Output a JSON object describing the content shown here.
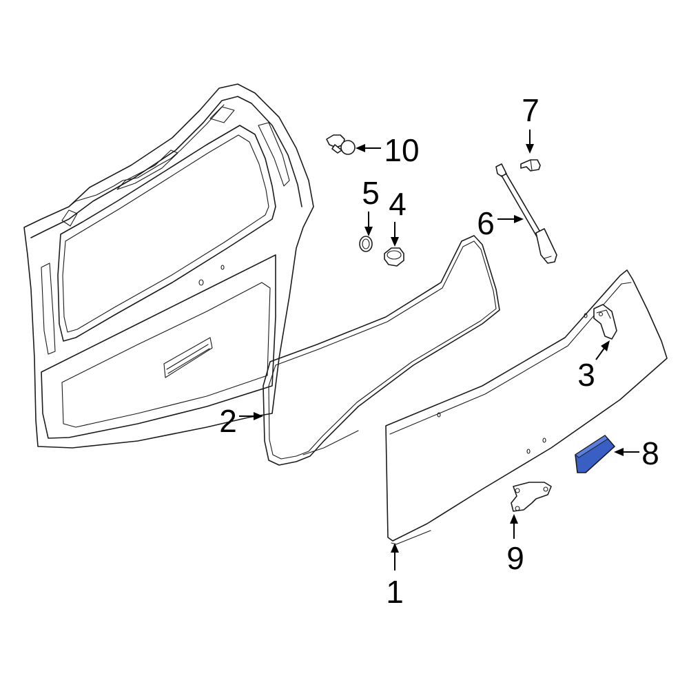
{
  "diagram": {
    "highlight_color": "#3a5fc4",
    "callouts": [
      {
        "id": "1",
        "label": "1"
      },
      {
        "id": "2",
        "label": "2"
      },
      {
        "id": "3",
        "label": "3"
      },
      {
        "id": "4",
        "label": "4"
      },
      {
        "id": "5",
        "label": "5"
      },
      {
        "id": "6",
        "label": "6"
      },
      {
        "id": "7",
        "label": "7"
      },
      {
        "id": "8",
        "label": "8"
      },
      {
        "id": "9",
        "label": "9"
      },
      {
        "id": "10",
        "label": "10"
      }
    ],
    "highlighted_part": "8"
  }
}
